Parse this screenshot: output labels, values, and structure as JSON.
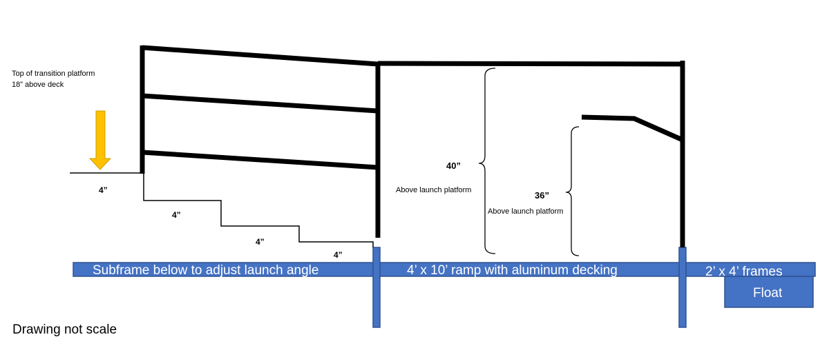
{
  "labels": {
    "transition_line1": "Top of transition platform",
    "transition_line2": "18” above deck",
    "step1": "4”",
    "step2": "4”",
    "step3": "4”",
    "step4": "4”",
    "rail_height": "40”",
    "rail_height_note": "Above launch platform",
    "inner_height": "36”",
    "inner_height_note": "Above launch platform",
    "subframe": "Subframe below to adjust launch angle",
    "ramp": "4’ x 10’ ramp with aluminum decking",
    "frames": "2’ x 4’ frames",
    "float": "Float",
    "footnote": "Drawing not scale"
  },
  "colors": {
    "frame_line": "#000000",
    "base_bar_fill": "#4472c4",
    "base_bar_stroke": "#2f528f",
    "arrow_fill": "#ffc000",
    "arrow_stroke": "#c9a200",
    "bar_text": "#ffffff",
    "label_text": "#000000"
  }
}
